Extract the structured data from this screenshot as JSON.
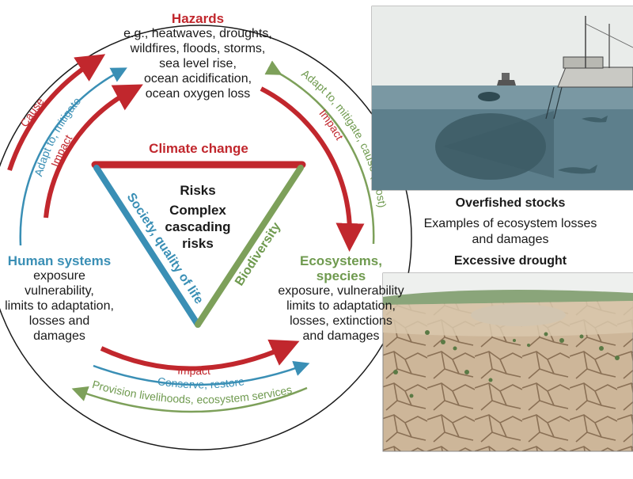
{
  "colors": {
    "red": "#c1272d",
    "blue": "#3a8fb5",
    "green": "#7da05a",
    "text": "#1a1a1a"
  },
  "hazards": {
    "title": "Hazards",
    "lines": [
      "e.g., heatwaves, droughts,",
      "wildfires, floods, storms,",
      "sea level rise,",
      "ocean acidification,",
      "ocean oxygen loss"
    ]
  },
  "human_systems": {
    "title": "Human systems",
    "lines": [
      "exposure",
      "vulnerability,",
      "limits to adaptation,",
      "losses and",
      "damages"
    ]
  },
  "ecosystems": {
    "title_lines": [
      "Ecosystems,",
      "species"
    ],
    "lines": [
      "exposure, vulnerability",
      "limits to adaptation,",
      "losses, extinctions",
      "and damages"
    ]
  },
  "center": {
    "risks": "Risks",
    "complex_lines": [
      "Complex",
      "cascading",
      "risks"
    ]
  },
  "triangle": {
    "top": "Climate change",
    "left": "Society, quality of life",
    "right": "Biodiversity"
  },
  "arrows": {
    "cause": "Cause",
    "adapt_mitigate": "Adapt to, mitigate",
    "impact_left": "Impact",
    "adapt_mitigate_cause": "Adapt to, mitigate, cause (if lost)",
    "impact_right": "Impact",
    "impact_bottom": "Impact",
    "conserve": "Conserve, restore",
    "provision": "Provision livelihoods, ecosystem services"
  },
  "panels": {
    "top_caption": "Overfished stocks",
    "middle_caption_lines": [
      "Examples of ecosystem losses",
      "and damages"
    ],
    "bottom_caption": "Excessive drought"
  }
}
